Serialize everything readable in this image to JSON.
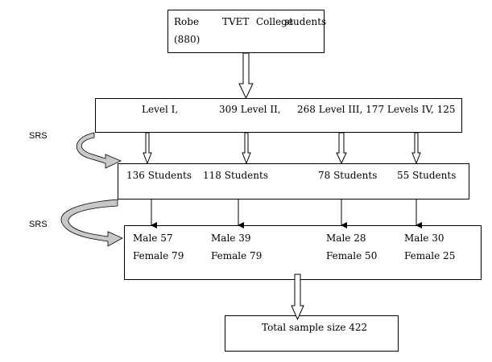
{
  "population": {
    "title_words": [
      "Robe",
      "TVET",
      "College",
      "students"
    ],
    "count": "(880)"
  },
  "levels": [
    "Level I,",
    "309 Level II,",
    "268 Level III, 177 Levels IV, 125"
  ],
  "srs_labels": [
    "SRS",
    "SRS"
  ],
  "samples": [
    "136 Students",
    "118 Students",
    "78 Students",
    "55 Students"
  ],
  "gender": {
    "male": [
      "Male 57",
      "Male 39",
      "Male 28",
      "Male 30"
    ],
    "female": [
      "Female 79",
      "Female 79",
      "Female 50",
      "Female 25"
    ]
  },
  "total": "Total sample size 422",
  "colors": {
    "curved_arrow_fill": "#c8c8c8",
    "line": "#000000"
  }
}
